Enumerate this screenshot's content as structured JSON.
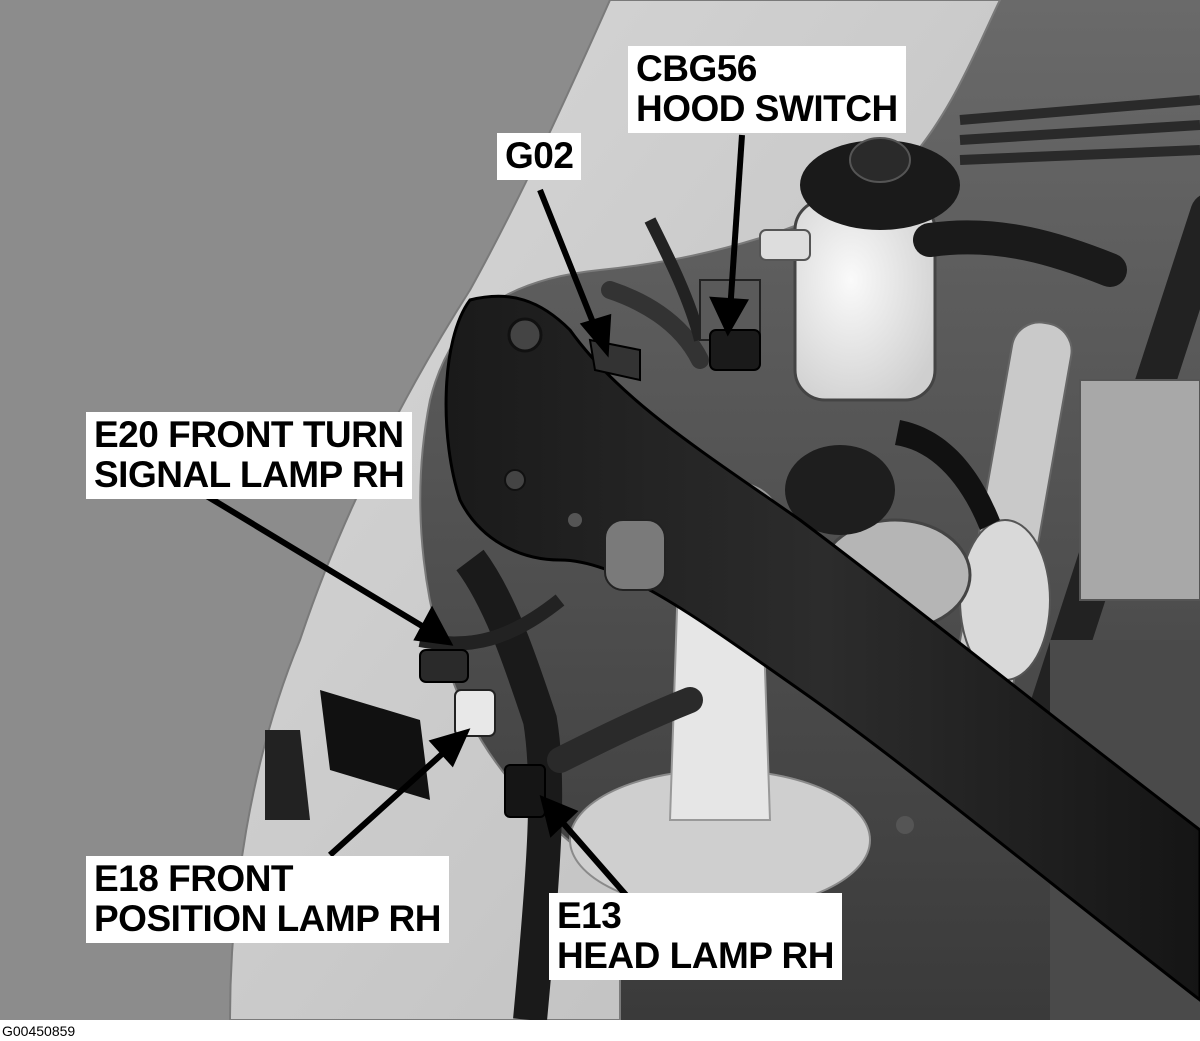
{
  "callouts": {
    "cbg56": {
      "line1": "CBG56",
      "line2": "HOOD SWITCH"
    },
    "g02": {
      "line1": "G02"
    },
    "e20": {
      "line1": "E20 FRONT TURN",
      "line2": "SIGNAL LAMP RH"
    },
    "e18": {
      "line1": "E18 FRONT",
      "line2": "POSITION LAMP RH"
    },
    "e13": {
      "line1": "E13",
      "line2": "HEAD LAMP RH"
    }
  },
  "figure_id": "G00450859",
  "colors": {
    "background": "#8c8c8c",
    "label_bg": "#ffffff",
    "label_text": "#000000"
  }
}
